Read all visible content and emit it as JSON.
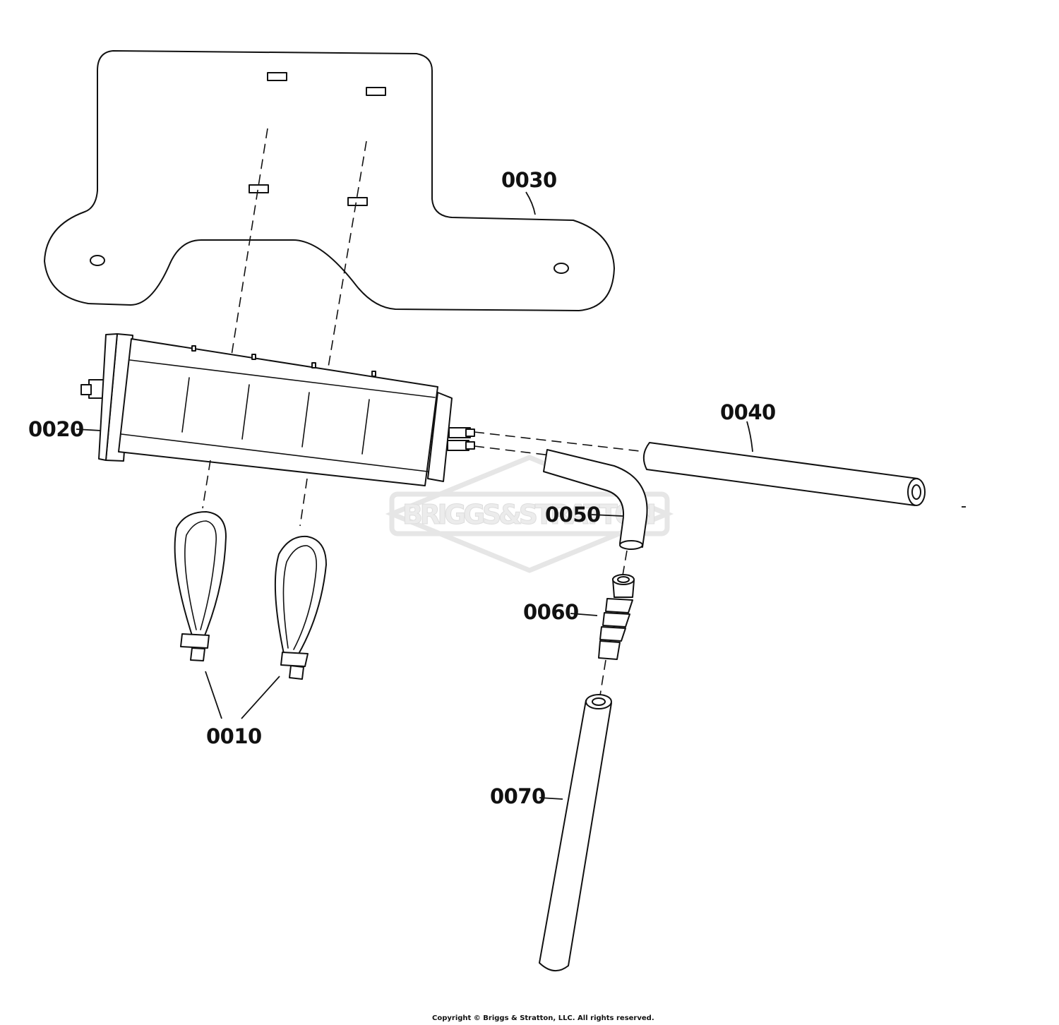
{
  "diagram": {
    "type": "exploded parts diagram",
    "callouts": {
      "bracket": "0030",
      "canister": "0020",
      "hose_straight": "0040",
      "hose_elbow": "0050",
      "fitting": "0060",
      "hose_lower": "0070",
      "cable_ties": "0010"
    },
    "watermark": "BRIGGS & STRATTON",
    "copyright": "Copyright © Briggs & Stratton, LLC. All rights reserved."
  },
  "colors": {
    "line": "#111111",
    "background": "#ffffff",
    "watermark": "#e6e6e6"
  }
}
